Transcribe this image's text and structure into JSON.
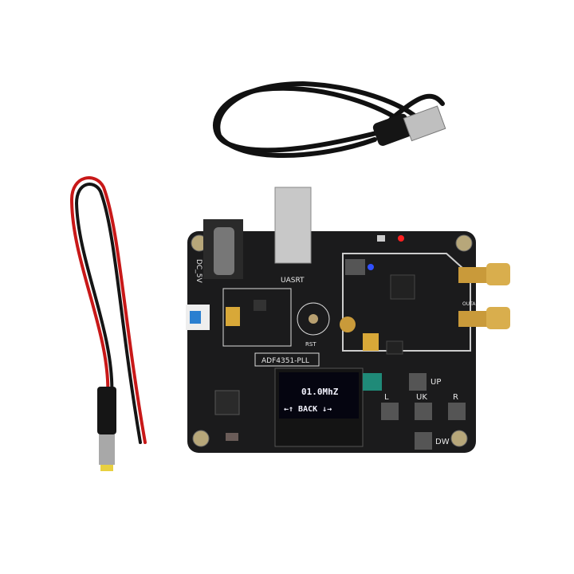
{
  "board": {
    "model_label": "ADF4351-PLL",
    "power_label": "DC_5V",
    "usb_label": "UASRT",
    "reset_label": "RST",
    "output_label": "OUTA",
    "buttons": [
      "UP",
      "L",
      "UK",
      "R",
      "DW"
    ],
    "display": {
      "line1": "01.0MhZ",
      "line2": "←↑ BACK ↓→"
    }
  },
  "colors": {
    "board": "#1b1b1c",
    "silkscreen": "#e8e8e8",
    "gold": "#c99a3a",
    "red_wire": "#c81818",
    "led_red": "#ff2020",
    "led_blue": "#3050ff"
  }
}
